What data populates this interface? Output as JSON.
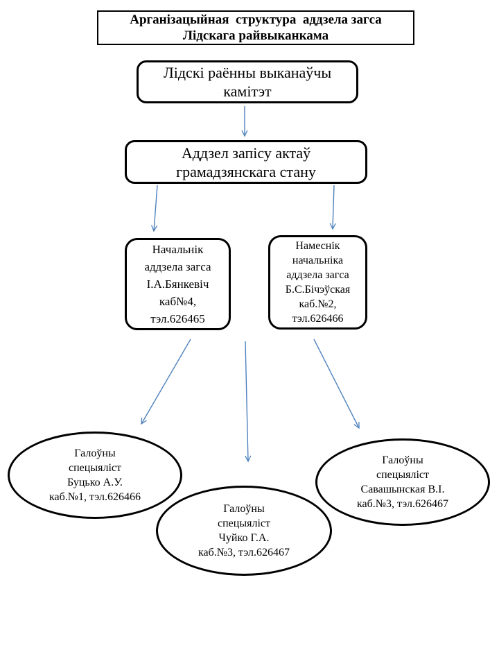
{
  "title": {
    "text": "Арганізацыйная  структура  аддзела загса\nЛідскага райвыканкама"
  },
  "nodes": {
    "committee": {
      "text": "Лідскі раённы выканаўчы\nкамітэт"
    },
    "department": {
      "text": "Аддзел запісу актаў\nграмадзянскага стану"
    },
    "head": {
      "text": "Начальнік\nаддзела загса\nІ.А.Бянкевіч\nкаб№4,\nтэл.626465"
    },
    "deputy": {
      "text": "Намеснік\nначальніка\nаддзела загса\nБ.С.Бічэўская\nкаб.№2,\nтэл.626466"
    },
    "specialist_1": {
      "text": "Галоўны\nспецыяліст\nБуцько А.У.\nкаб.№1, тэл.626466"
    },
    "specialist_2": {
      "text": "Галоўны\nспецыяліст\nЧуйко Г.А.\nкаб.№3, тэл.626467"
    },
    "specialist_3": {
      "text": "Галоўны\nспецыяліст\nСавашынская В.І.\nкаб.№3, тэл.626467"
    }
  },
  "connectors": [
    {
      "from": "committee",
      "to": "department"
    },
    {
      "from": "department",
      "to": "head"
    },
    {
      "from": "department",
      "to": "deputy"
    },
    {
      "from": "head",
      "to": "specialist_1"
    },
    {
      "from": "head",
      "to": "specialist_2"
    },
    {
      "from": "deputy",
      "to": "specialist_3"
    }
  ],
  "colors": {
    "arrow": "#4f81bd",
    "border": "#000000",
    "text": "#000000",
    "background": "#ffffff"
  }
}
